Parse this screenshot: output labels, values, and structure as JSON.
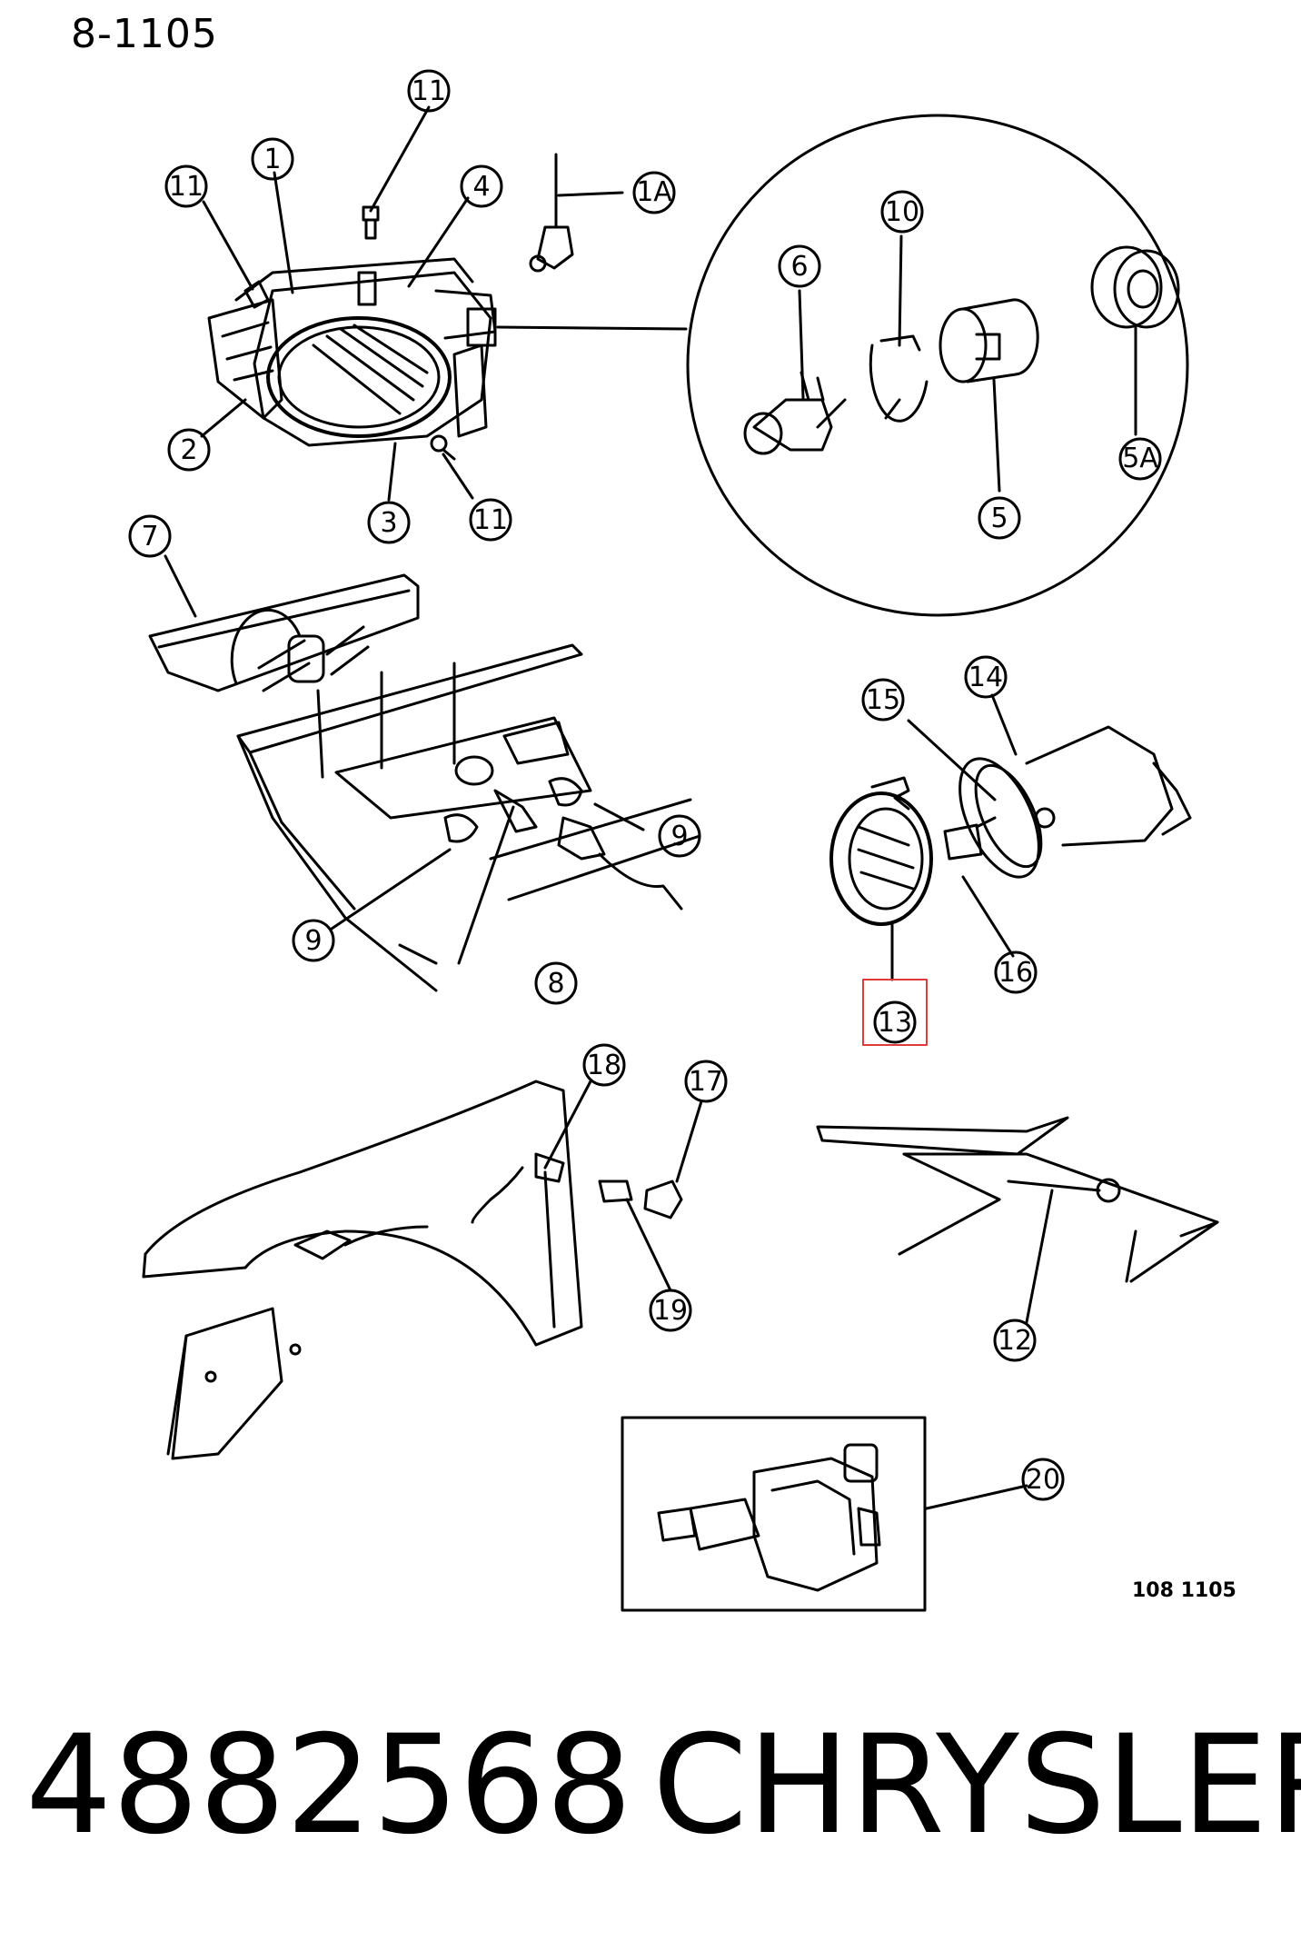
{
  "header": {
    "diagram_code": "8-1105"
  },
  "footer": {
    "ref_code": "108 1105",
    "part_number": "4882568",
    "brand": "CHRYSLER"
  },
  "callouts": [
    "11",
    "1",
    "4",
    "1A",
    "11",
    "2",
    "3",
    "11",
    "6",
    "10",
    "5",
    "5A",
    "7",
    "9",
    "8",
    "9",
    "15",
    "14",
    "16",
    "13",
    "18",
    "17",
    "19",
    "12",
    "20"
  ],
  "highlight": {
    "callout": "13",
    "color": "#e23a3a"
  }
}
